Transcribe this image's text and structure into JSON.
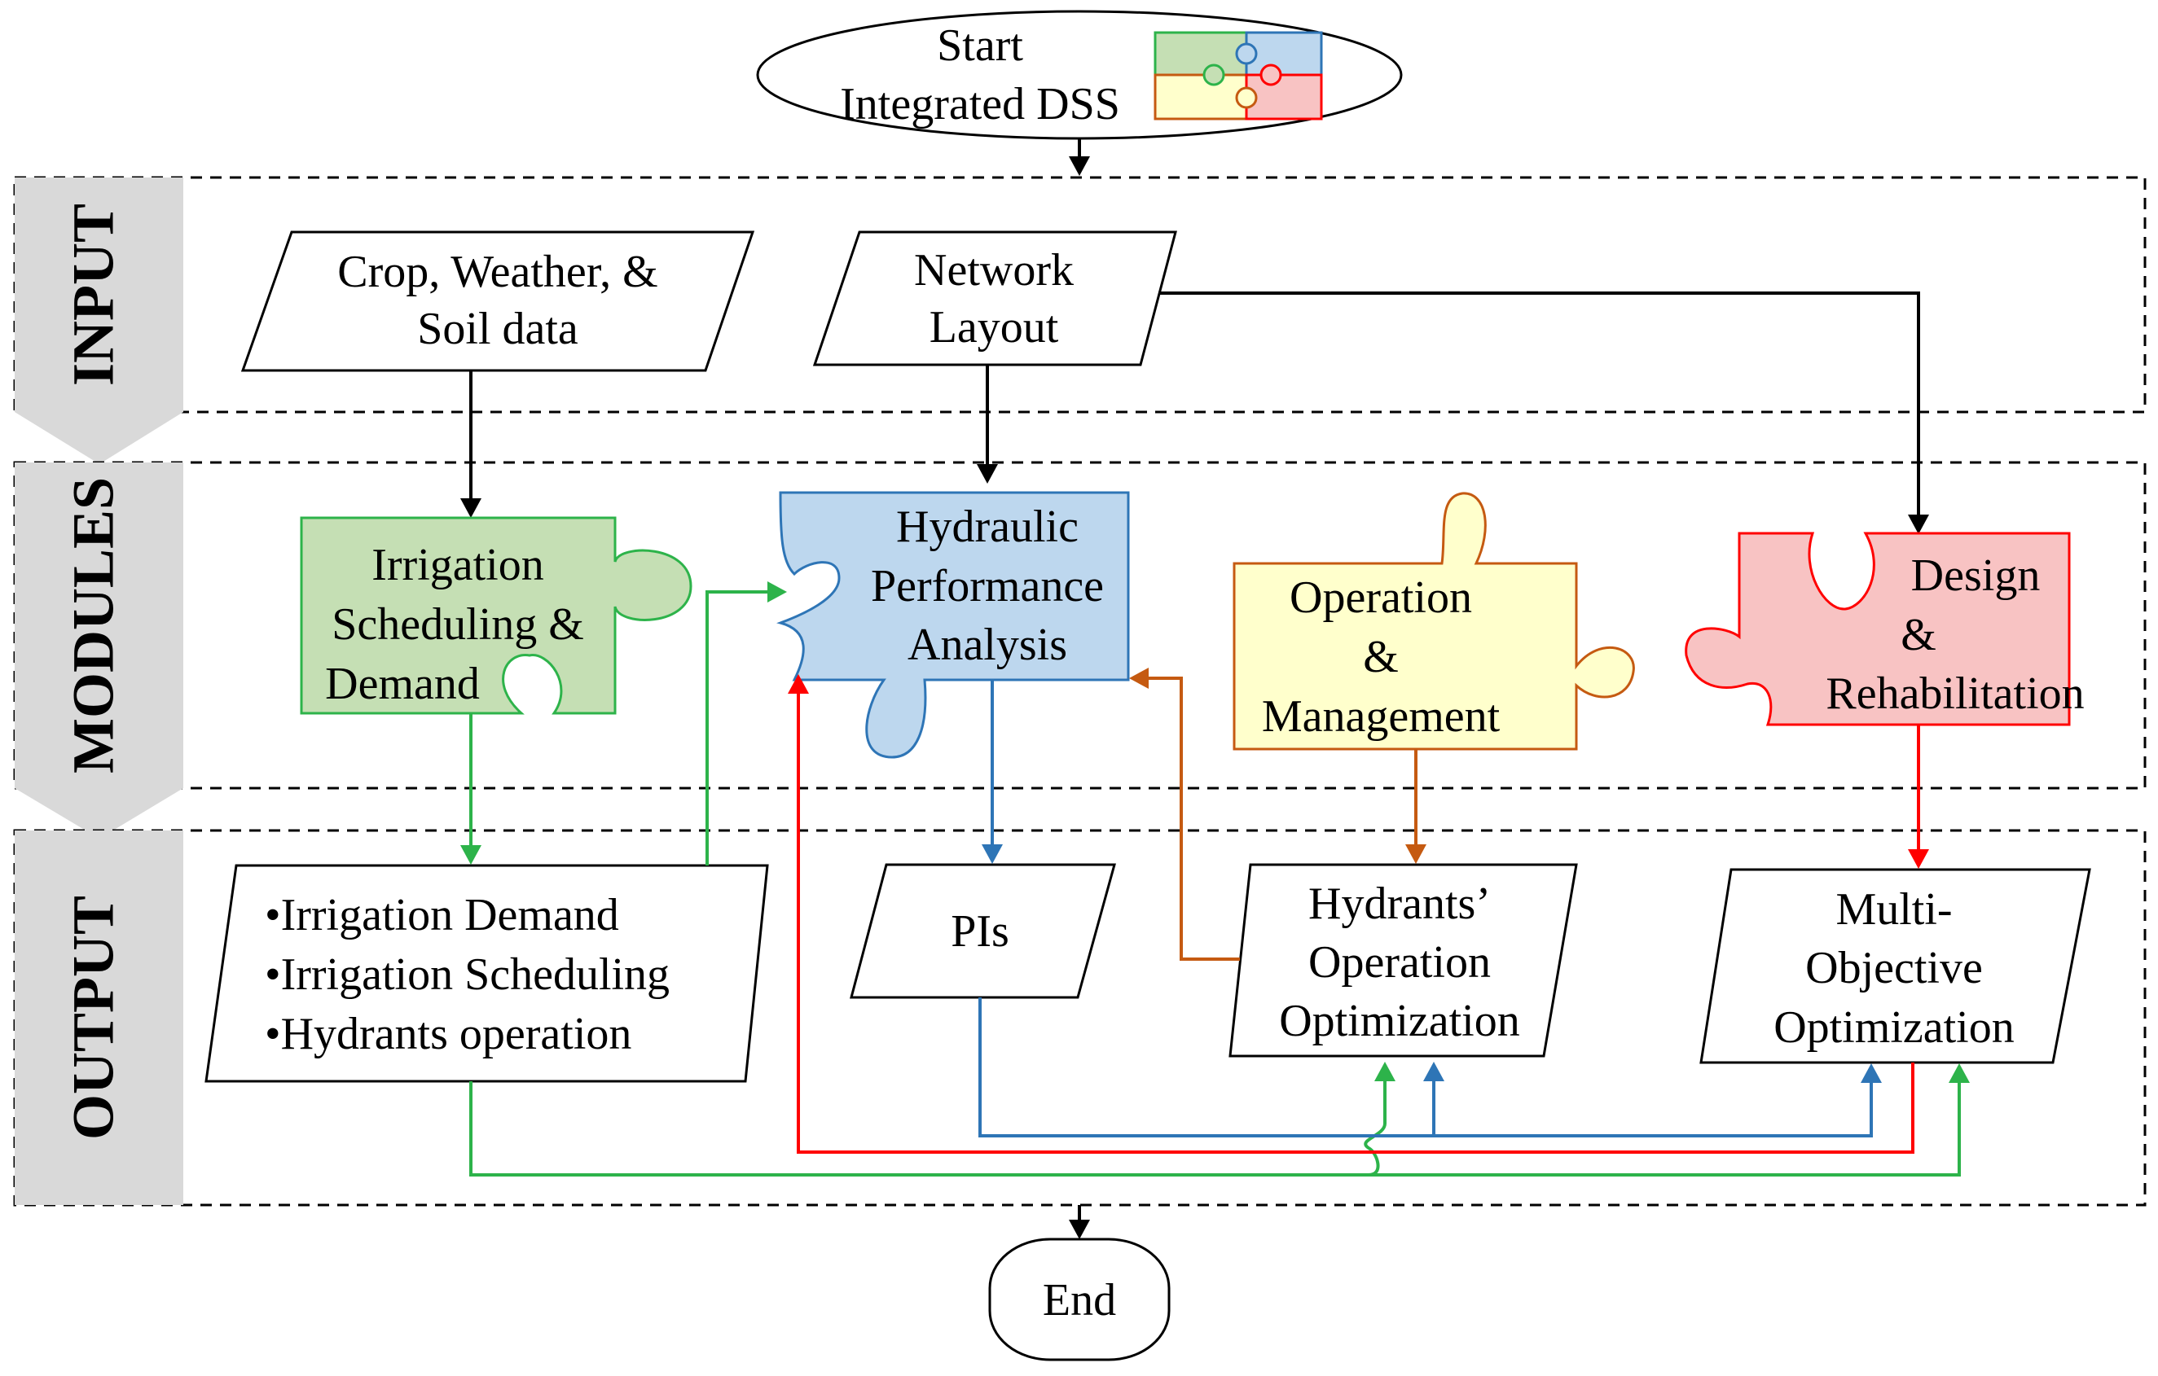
{
  "start": {
    "line1": "Start",
    "line2": "Integrated DSS"
  },
  "end": {
    "label": "End"
  },
  "bands": {
    "input": "INPUT",
    "modules": "MODULES",
    "output": "OUTPUT"
  },
  "inputs": {
    "crop": {
      "line1": "Crop, Weather, &",
      "line2": "Soil data"
    },
    "network": {
      "line1": "Network",
      "line2": "Layout"
    }
  },
  "modules": {
    "irrigation": {
      "line1": "Irrigation",
      "line2": "Scheduling &",
      "line3": "Demand"
    },
    "hydraulic": {
      "line1": "Hydraulic",
      "line2": "Performance",
      "line3": "Analysis"
    },
    "operation": {
      "line1": "Operation",
      "line2": "&",
      "line3": "Management"
    },
    "design": {
      "line1": "Design",
      "line2": "&",
      "line3": "Rehabilitation"
    }
  },
  "outputs": {
    "irrigation": {
      "line1": "•Irrigation Demand",
      "line2": "•Irrigation Scheduling",
      "line3": "•Hydrants operation"
    },
    "pis": {
      "label": "PIs"
    },
    "hydrants": {
      "line1": "Hydrants’",
      "line2": "Operation",
      "line3": "Optimization"
    },
    "multi": {
      "line1": "Multi-",
      "line2": "Objective",
      "line3": "Optimization"
    }
  },
  "colors": {
    "green_fill": "#c5dfb4",
    "green_stroke": "#2db34a",
    "blue_fill": "#bdd7ee",
    "blue_stroke": "#2e75b6",
    "yellow_fill": "#ffffcc",
    "orange_stroke": "#c55a11",
    "red_fill": "#f8c3c3",
    "red_stroke": "#ff0000",
    "band_gray": "#d9d9d9"
  },
  "icons": {
    "start": "puzzle-icon"
  }
}
